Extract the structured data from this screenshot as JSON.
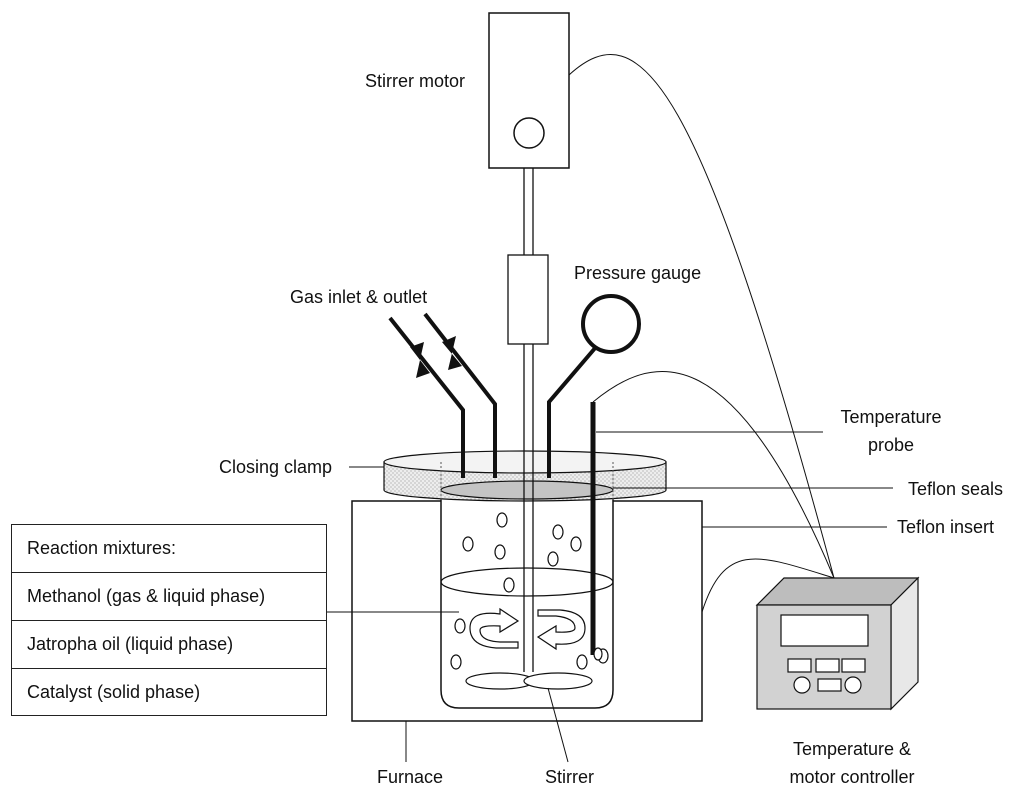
{
  "labels": {
    "stirrer_motor": "Stirrer motor",
    "gas_inlet_outlet": "Gas inlet & outlet",
    "pressure_gauge": "Pressure gauge",
    "temperature_probe_line1": "Temperature",
    "temperature_probe_line2": "probe",
    "closing_clamp": "Closing clamp",
    "teflon_seals": "Teflon seals",
    "teflon_insert": "Teflon insert",
    "furnace": "Furnace",
    "stirrer": "Stirrer",
    "controller_line1": "Temperature &",
    "controller_line2": "motor controller"
  },
  "reaction_mixtures": {
    "header": "Reaction mixtures:",
    "items": [
      "Methanol (gas & liquid phase)",
      "Jatropha oil (liquid phase)",
      "Catalyst (solid phase)"
    ]
  },
  "colors": {
    "line": "#111111",
    "clamp_fill": "#e6e6e6",
    "seal_fill": "#c4c4c4",
    "controller_front": "#d2d2d2",
    "controller_top": "#bdbdbd",
    "controller_side": "#e8e8e8"
  }
}
